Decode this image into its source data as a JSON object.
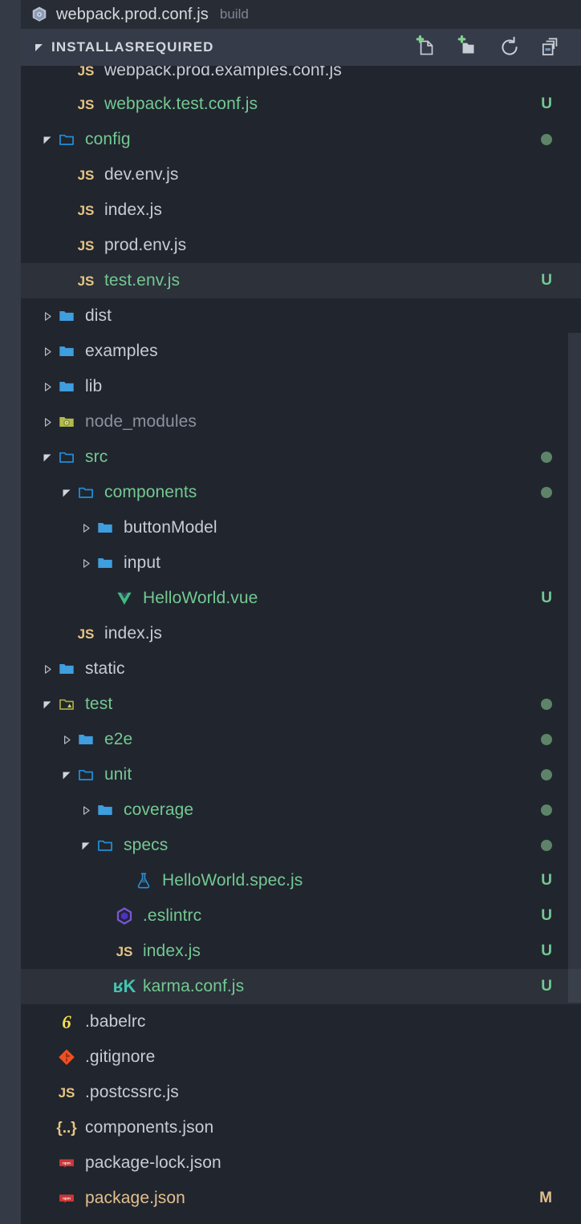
{
  "window": {
    "app": "vscode-explorer"
  },
  "editor_tab": {
    "icon": "webpack-icon",
    "label": "webpack.prod.conf.js",
    "path_label": "build"
  },
  "explorer": {
    "header": {
      "title": "INSTALLASREQUIRED",
      "chevron": "chevron-down-icon",
      "actions": [
        {
          "name": "new-file-button",
          "icon": "new-file-icon"
        },
        {
          "name": "new-folder-button",
          "icon": "new-folder-icon"
        },
        {
          "name": "refresh-button",
          "icon": "refresh-icon"
        },
        {
          "name": "collapse-all-button",
          "icon": "collapse-all-icon"
        }
      ]
    },
    "scrollbar": {
      "visible": true
    },
    "tree": [
      {
        "label": "webpack.prod.examples.conf.js",
        "icon": "js-icon",
        "depth": 2,
        "kind": "file",
        "color": "default",
        "badge": "",
        "clipped_top": true
      },
      {
        "label": "webpack.test.conf.js",
        "icon": "js-icon",
        "depth": 2,
        "kind": "file",
        "color": "green",
        "badge": "U"
      },
      {
        "label": "config",
        "icon": "folder-open-icon",
        "depth": 1,
        "kind": "folder",
        "state": "expanded",
        "color": "green",
        "dot": true
      },
      {
        "label": "dev.env.js",
        "icon": "js-icon",
        "depth": 2,
        "kind": "file",
        "color": "default",
        "badge": ""
      },
      {
        "label": "index.js",
        "icon": "js-icon",
        "depth": 2,
        "kind": "file",
        "color": "default",
        "badge": ""
      },
      {
        "label": "prod.env.js",
        "icon": "js-icon",
        "depth": 2,
        "kind": "file",
        "color": "default",
        "badge": ""
      },
      {
        "label": "test.env.js",
        "icon": "js-icon",
        "depth": 2,
        "kind": "file",
        "color": "green",
        "badge": "U",
        "highlighted": true
      },
      {
        "label": "dist",
        "icon": "folder-closed-icon",
        "depth": 1,
        "kind": "folder",
        "state": "collapsed",
        "color": "default"
      },
      {
        "label": "examples",
        "icon": "folder-closed-icon",
        "depth": 1,
        "kind": "folder",
        "state": "collapsed",
        "color": "default"
      },
      {
        "label": "lib",
        "icon": "folder-closed-icon",
        "depth": 1,
        "kind": "folder",
        "state": "collapsed",
        "color": "default"
      },
      {
        "label": "node_modules",
        "icon": "node-modules-folder-icon",
        "depth": 1,
        "kind": "folder",
        "state": "collapsed",
        "color": "grey"
      },
      {
        "label": "src",
        "icon": "folder-open-icon",
        "depth": 1,
        "kind": "folder",
        "state": "expanded",
        "color": "green",
        "dot": true
      },
      {
        "label": "components",
        "icon": "folder-open-icon",
        "depth": 2,
        "kind": "folder",
        "state": "expanded",
        "color": "green",
        "dot": true
      },
      {
        "label": "buttonModel",
        "icon": "folder-closed-icon",
        "depth": 3,
        "kind": "folder",
        "state": "collapsed",
        "color": "default"
      },
      {
        "label": "input",
        "icon": "folder-closed-icon",
        "depth": 3,
        "kind": "folder",
        "state": "collapsed",
        "color": "default"
      },
      {
        "label": "HelloWorld.vue",
        "icon": "vue-icon",
        "depth": 4,
        "kind": "file",
        "color": "green",
        "badge": "U"
      },
      {
        "label": "index.js",
        "icon": "js-icon",
        "depth": 2,
        "kind": "file",
        "color": "default",
        "badge": ""
      },
      {
        "label": "static",
        "icon": "folder-closed-icon",
        "depth": 1,
        "kind": "folder",
        "state": "collapsed",
        "color": "default"
      },
      {
        "label": "test",
        "icon": "test-folder-icon",
        "depth": 1,
        "kind": "folder",
        "state": "expanded",
        "color": "green",
        "dot": true
      },
      {
        "label": "e2e",
        "icon": "folder-closed-icon",
        "depth": 2,
        "kind": "folder",
        "state": "collapsed",
        "color": "green",
        "dot": true
      },
      {
        "label": "unit",
        "icon": "folder-open-icon",
        "depth": 2,
        "kind": "folder",
        "state": "expanded",
        "color": "green",
        "dot": true
      },
      {
        "label": "coverage",
        "icon": "folder-closed-icon",
        "depth": 3,
        "kind": "folder",
        "state": "collapsed",
        "color": "green",
        "dot": true
      },
      {
        "label": "specs",
        "icon": "folder-open-icon",
        "depth": 3,
        "kind": "folder",
        "state": "expanded",
        "color": "green",
        "dot": true
      },
      {
        "label": "HelloWorld.spec.js",
        "icon": "test-flask-icon",
        "depth": 5,
        "kind": "file",
        "color": "green",
        "badge": "U"
      },
      {
        "label": ".eslintrc",
        "icon": "eslint-icon",
        "depth": 4,
        "kind": "file",
        "color": "green",
        "badge": "U"
      },
      {
        "label": "index.js",
        "icon": "js-icon",
        "depth": 4,
        "kind": "file",
        "color": "green",
        "badge": "U"
      },
      {
        "label": "karma.conf.js",
        "icon": "karma-icon",
        "depth": 4,
        "kind": "file",
        "color": "green",
        "badge": "U",
        "highlighted": true
      },
      {
        "label": ".babelrc",
        "icon": "babel-icon",
        "depth": 1,
        "kind": "file",
        "color": "default",
        "badge": ""
      },
      {
        "label": ".gitignore",
        "icon": "git-icon",
        "depth": 1,
        "kind": "file",
        "color": "default",
        "badge": ""
      },
      {
        "label": ".postcssrc.js",
        "icon": "js-icon",
        "depth": 1,
        "kind": "file",
        "color": "default",
        "badge": ""
      },
      {
        "label": "components.json",
        "icon": "json-icon",
        "depth": 1,
        "kind": "file",
        "color": "default",
        "badge": ""
      },
      {
        "label": "package-lock.json",
        "icon": "npm-icon",
        "depth": 1,
        "kind": "file",
        "color": "default",
        "badge": ""
      },
      {
        "label": "package.json",
        "icon": "npm-icon",
        "depth": 1,
        "kind": "file",
        "color": "amber",
        "badge": "M"
      }
    ]
  },
  "colors": {
    "background": "#21252e",
    "activity_bar": "#343a46",
    "tab_bar": "#282c34",
    "section_header": "#353b48",
    "row_highlight": "#2c313a",
    "untracked_green": "#73c991",
    "modified_amber": "#e2c08d",
    "folder_blue": "#3e9ede",
    "js_yellow": "#e8c583",
    "npm_red": "#cb3837",
    "text_default": "#c8ccd4",
    "text_muted": "#8c919c",
    "dot_green": "#5d8468"
  }
}
